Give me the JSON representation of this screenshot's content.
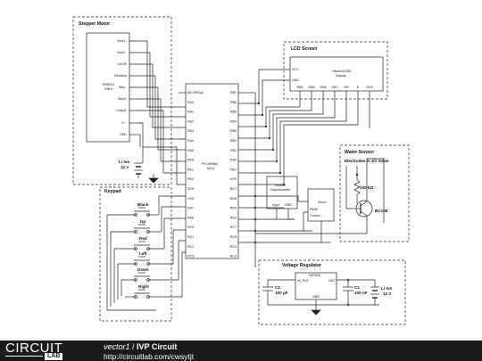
{
  "stepper": {
    "title": "Stepper Motor",
    "chip": "EM8021\nRNHI",
    "pins": [
      "Vout1",
      "Vout2",
      "On/Off",
      "Direction",
      "Step",
      "Step2",
      "Output",
      "V+",
      "GND"
    ],
    "battery": "Li Ion\n12 V"
  },
  "keypad": {
    "title": "Keypad",
    "buttons": [
      "Black",
      "Up",
      "Red",
      "Left",
      "Down",
      "Right"
    ]
  },
  "mcu": {
    "chip": "PIC16F884\nMCU",
    "left_pins": [
      "MCLR/Vpp",
      "RA0",
      "RA1",
      "RA2",
      "RA3",
      "RA4",
      "RA5",
      "RE0",
      "RE1",
      "RE2",
      "VDD",
      "VSS",
      "RA7",
      "RA6",
      "RC0",
      "RC1",
      "RC2",
      "RC3"
    ],
    "right_pins": [
      "RB7",
      "RB6",
      "RB5",
      "RB4",
      "RB3",
      "RB2",
      "RB1",
      "RB0",
      "VDD",
      "VSS",
      "RD7",
      "RD6",
      "RD5",
      "RD4",
      "RC7",
      "RC6",
      "RC5",
      "RC4"
    ]
  },
  "lcd": {
    "title": "LCD Screen",
    "chip": "Hitachi44780\nDisplay",
    "top_pins": [
      "VCC",
      "GND"
    ],
    "bottom_pins": [
      "DB4",
      "DB5",
      "DB6",
      "DB7",
      "RS",
      "E",
      "R/W"
    ]
  },
  "water": {
    "title": "Water Sensor",
    "subtitle": "Electrodes in Air Value",
    "resistor": "100 kΩ",
    "transistor": "BC108"
  },
  "feather": {
    "label": "Feather\nPotentiometer",
    "pins": [
      "Input",
      "GND"
    ]
  },
  "servo": {
    "label": "Servo",
    "pins": [
      "PWM",
      "Control"
    ]
  },
  "regulator": {
    "title": "Voltage Regulator",
    "chip": "LM7805",
    "pins": [
      "IN_PUT",
      "OUT",
      "GND"
    ],
    "c2": "C2\n100 pF",
    "c1": "C1\n100 nF",
    "battery": "Li Ion\n12 V"
  },
  "footer": {
    "author": "vector1",
    "separator": " / ",
    "title": "IVP Circuit",
    "url": "http://circuitlab.com/cwsytjt",
    "logo_top": "CIRCUIT",
    "logo_bottom": "LAB"
  }
}
